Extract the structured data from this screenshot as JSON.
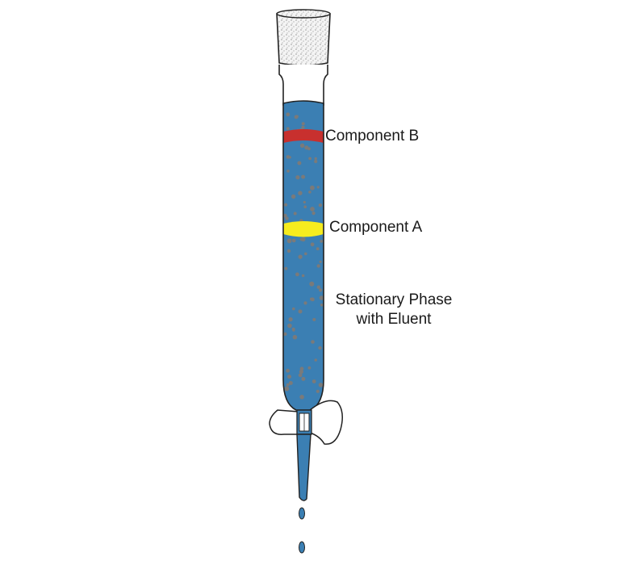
{
  "labels": {
    "component_b": "Component B",
    "component_a": "Component A",
    "stationary_line1": "Stationary Phase",
    "stationary_line2": "with Eluent"
  },
  "colors": {
    "eluent": "#3b7fb3",
    "component_b": "#c8302e",
    "component_a": "#f6ec1e",
    "particles": "#7a7a7a",
    "outline": "#222222",
    "stopper": "#f0f0f0"
  }
}
